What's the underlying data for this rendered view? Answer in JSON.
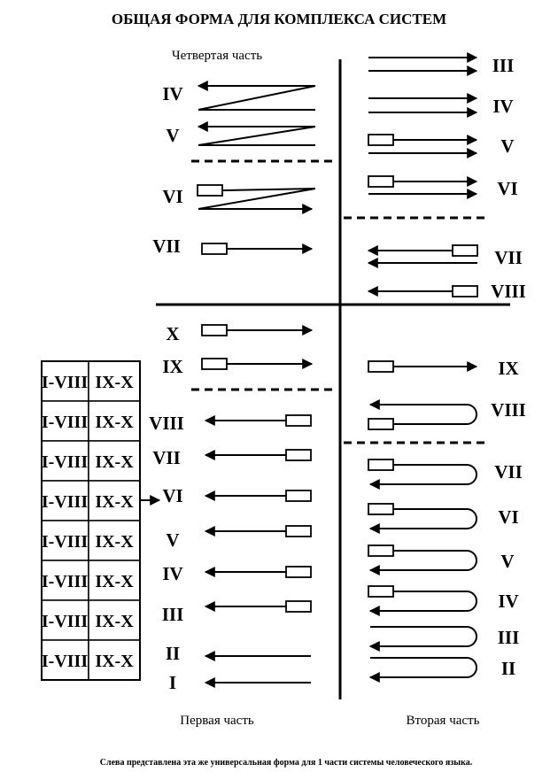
{
  "title": "ОБЩАЯ ФОРМА ДЛЯ КОМПЛЕКСА СИСТЕМ",
  "labels": {
    "fourth_part": "Четвертая часть",
    "first_part": "Первая часть",
    "second_part": "Вторая часть"
  },
  "numerals": {
    "q4": [
      "IV",
      "V",
      "VI",
      "VII"
    ],
    "q3": [
      "III",
      "IV",
      "V",
      "VI",
      "VII",
      "VIII"
    ],
    "q1": [
      "X",
      "IX",
      "VIII",
      "VII",
      "VI",
      "V",
      "IV",
      "III",
      "II",
      "I"
    ],
    "q2": [
      "IX",
      "VIII",
      "VII",
      "VI",
      "V",
      "IV",
      "III",
      "II"
    ]
  },
  "table": {
    "rows": [
      [
        "I-VIII",
        "IX-X"
      ],
      [
        "I-VIII",
        "IX-X"
      ],
      [
        "I-VIII",
        "IX-X"
      ],
      [
        "I-VIII",
        "IX-X"
      ],
      [
        "I-VIII",
        "IX-X"
      ],
      [
        "I-VIII",
        "IX-X"
      ],
      [
        "I-VIII",
        "IX-X"
      ],
      [
        "I-VIII",
        "IX-X"
      ]
    ]
  },
  "footnote": "Слева представлена эта же универсальная форма для 1 части системы человеческого языка."
}
